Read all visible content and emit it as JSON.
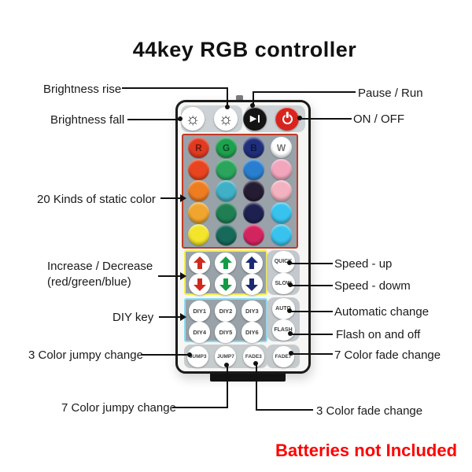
{
  "title": "44key RGB controller",
  "battery_note": "Batteries not Included",
  "labels": {
    "brightness_rise": "Brightness rise",
    "brightness_fall": "Brightness fall",
    "pause_run": "Pause / Run",
    "on_off": "ON / OFF",
    "static_color": "20 Kinds of static color",
    "inc_dec_line1": "Increase / Decrease",
    "inc_dec_line2": "(red/green/blue)",
    "diy_key": "DIY key",
    "jumpy3": "3 Color jumpy change",
    "jumpy7": "7 Color jumpy change",
    "speed_up": "Speed - up",
    "speed_down": "Speed - dowm",
    "auto_change": "Automatic change",
    "flash_on_off": "Flash on and off",
    "fade7": "7 Color fade change",
    "fade3": "3 Color fade change"
  },
  "icons": {
    "brightness": "☼",
    "play": "▶"
  },
  "remote": {
    "letters": [
      "R",
      "G",
      "B",
      "W"
    ],
    "colors": [
      "#e23a22",
      "#1ea14e",
      "#202f7c",
      "#ffffff",
      "#e8441f",
      "#2ba55c",
      "#2a7ecf",
      "#f2a6be",
      "#ee7d22",
      "#3fb0c6",
      "#241c33",
      "#f2b2c0",
      "#f0a52e",
      "#1f7f53",
      "#1e2150",
      "#38c3ef",
      "#f3e52b",
      "#17695a",
      "#d22560",
      "#38c3ef"
    ],
    "arrow_colors": [
      "#d02a1e",
      "#149c44",
      "#1b2a70"
    ],
    "quick": "QUICK",
    "slow": "SLOW",
    "auto": "AUTO",
    "flash": "FLASH",
    "diy": [
      "DIY1",
      "DIY2",
      "DIY3",
      "DIY4",
      "DIY5",
      "DIY6"
    ],
    "bottom": [
      "JUMP3",
      "JUMP7",
      "FADE3",
      "FADE7"
    ],
    "accents": {
      "grid_outline": "#c23a24",
      "arrows_outline": "#f2ee4e",
      "diy_outline": "#8adcf2",
      "power_red": "#d8241e"
    }
  }
}
